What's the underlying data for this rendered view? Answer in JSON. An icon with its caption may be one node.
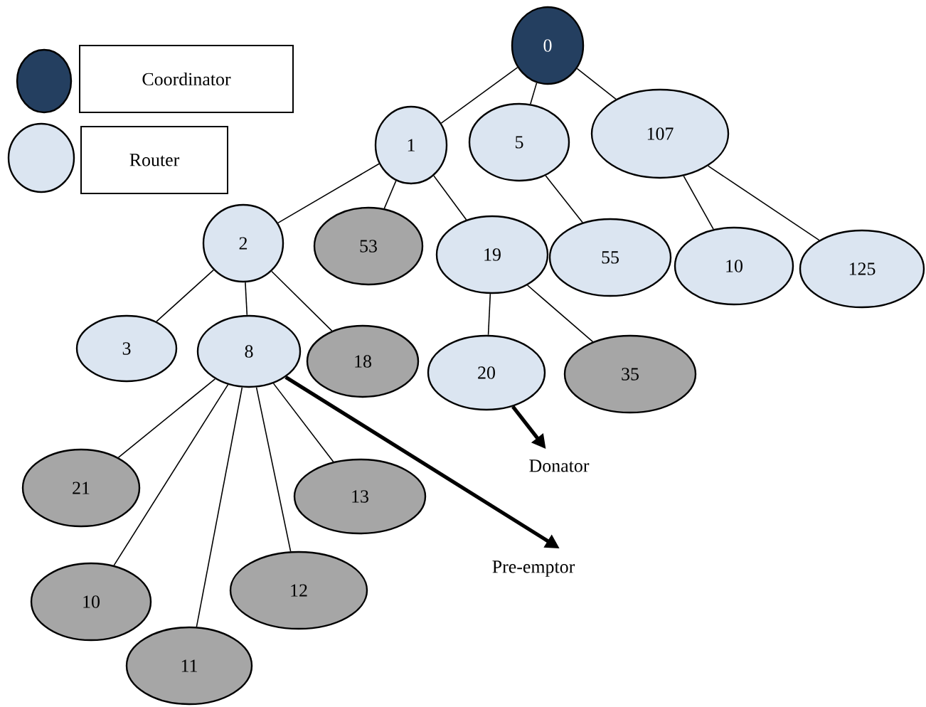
{
  "diagram": {
    "nodes": [
      {
        "text": [
          "0"
        ]
      },
      {
        "text": [
          "1"
        ]
      },
      {
        "text": [
          "5"
        ]
      },
      {
        "text": [
          "107"
        ]
      },
      {
        "text": [
          "2"
        ]
      },
      {
        "text": [
          "53"
        ]
      },
      {
        "text": [
          "19"
        ]
      },
      {
        "text": [
          "55"
        ]
      },
      {
        "text": [
          "10"
        ]
      },
      {
        "text": [
          "125"
        ]
      },
      {
        "text": [
          "3"
        ]
      },
      {
        "text": [
          "8"
        ]
      },
      {
        "text": [
          "18"
        ]
      },
      {
        "text": [
          "20"
        ]
      },
      {
        "text": [
          "35"
        ]
      },
      {
        "text": [
          "21"
        ]
      },
      {
        "text": [
          "13"
        ]
      },
      {
        "text": [
          "Donator"
        ]
      },
      {
        "text": [
          "12"
        ]
      },
      {
        "text": [
          "10"
        ]
      },
      {
        "text": [
          "Pre-emptor"
        ]
      },
      {
        "text": [
          "11"
        ]
      }
    ],
    "edges": [
      {
        "from": 0,
        "to": 1,
        "arrow": "none"
      },
      {
        "from": 0,
        "to": 2,
        "arrow": "none"
      },
      {
        "from": 0,
        "to": 3,
        "arrow": "none"
      },
      {
        "from": 1,
        "to": 4,
        "arrow": "none"
      },
      {
        "from": 1,
        "to": 5,
        "arrow": "none"
      },
      {
        "from": 1,
        "to": 6,
        "arrow": "none"
      },
      {
        "from": 2,
        "to": 7,
        "arrow": "none"
      },
      {
        "from": 3,
        "to": 8,
        "arrow": "none"
      },
      {
        "from": 3,
        "to": 9,
        "arrow": "none"
      },
      {
        "from": 4,
        "to": 10,
        "arrow": "none"
      },
      {
        "from": 4,
        "to": 11,
        "arrow": "none"
      },
      {
        "from": 4,
        "to": 12,
        "arrow": "none"
      },
      {
        "from": 6,
        "to": 13,
        "arrow": "none"
      },
      {
        "from": 6,
        "to": 14,
        "arrow": "none"
      },
      {
        "from": 11,
        "to": 15,
        "arrow": "none"
      },
      {
        "from": 11,
        "to": 16,
        "arrow": "none"
      },
      {
        "from": 11,
        "to": 18,
        "arrow": "none"
      },
      {
        "from": 11,
        "to": 19,
        "arrow": "none"
      },
      {
        "from": 11,
        "to": 21,
        "arrow": "none"
      },
      {
        "from": 13,
        "to": 17,
        "arrow": "to",
        "style": "thick"
      },
      {
        "from": 11,
        "to": 20,
        "arrow": "to",
        "style": "thick"
      }
    ],
    "legend": [
      {
        "text": "Coordinator",
        "color": "#243f60"
      },
      {
        "text": "Router",
        "color": "#dbe5f1"
      }
    ]
  }
}
